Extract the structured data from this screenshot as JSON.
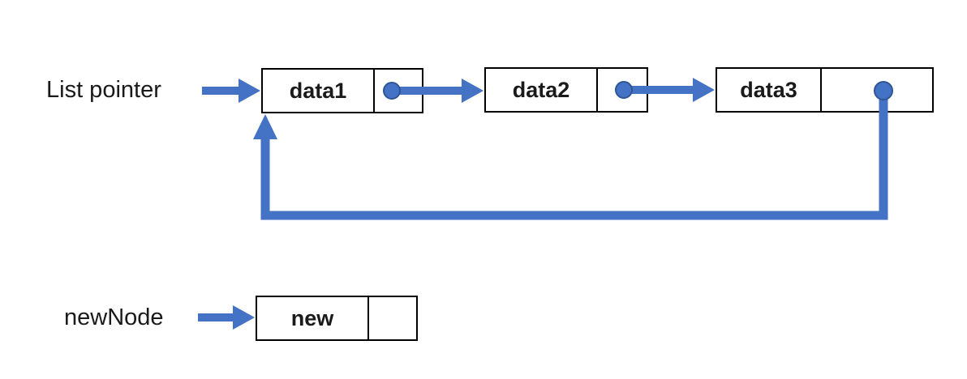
{
  "colors": {
    "arrow": "#4472C4",
    "dot_fill": "#4472C4",
    "dot_stroke": "#2F5597",
    "box_border": "#000000",
    "text": "#1a1a1a"
  },
  "labels": {
    "list_pointer": "List pointer",
    "new_node": "newNode"
  },
  "nodes": [
    {
      "id": "data1",
      "label": "data1"
    },
    {
      "id": "data2",
      "label": "data2"
    },
    {
      "id": "data3",
      "label": "data3"
    },
    {
      "id": "new",
      "label": "new"
    }
  ]
}
